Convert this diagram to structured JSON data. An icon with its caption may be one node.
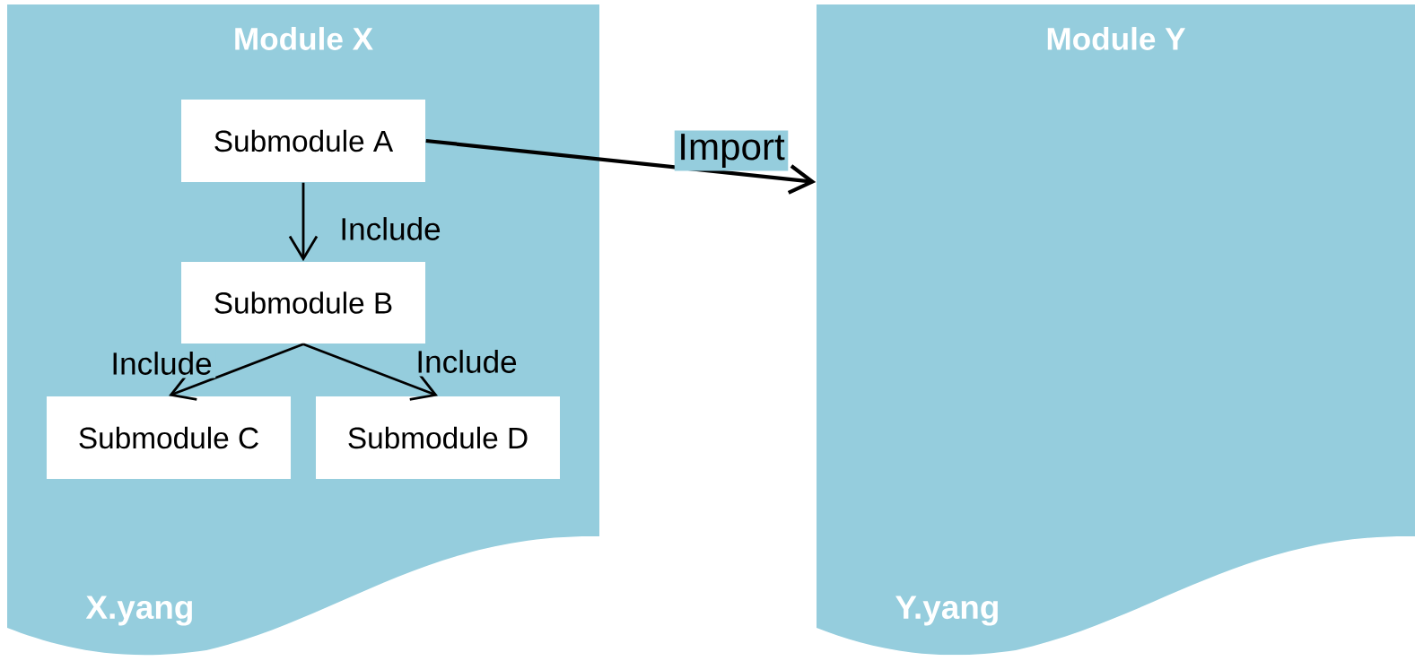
{
  "diagram": {
    "nodes": [
      {
        "text": [
          "Module X",
          "X.yang"
        ]
      },
      {
        "text": [
          "Submodule A"
        ],
        "in": 0
      },
      {
        "text": [
          "Submodule B"
        ],
        "in": 0
      },
      {
        "text": [
          "Submodule C"
        ],
        "in": 0
      },
      {
        "text": [
          "Submodule D"
        ],
        "in": 0
      },
      {
        "text": [
          "Module Y",
          "Y.yang"
        ]
      }
    ],
    "edges": [
      {
        "from": 1,
        "to": 2,
        "arrow": "to",
        "label": "Include"
      },
      {
        "from": 2,
        "to": 3,
        "arrow": "to",
        "label": "Include"
      },
      {
        "from": 2,
        "to": 4,
        "arrow": "to",
        "label": "Include"
      },
      {
        "from": 1,
        "to": 5,
        "arrow": "to",
        "label": "Import"
      }
    ]
  }
}
